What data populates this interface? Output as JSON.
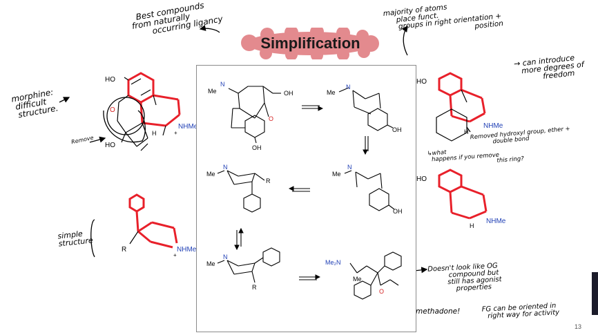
{
  "slide": {
    "title": "Simplification",
    "page_number": "13",
    "title_bubble_color": "#e38a8e",
    "highlight_color": "#e8202a",
    "heteroatom_blue": "#1f3fb5",
    "heteroatom_red": "#d42020"
  },
  "notes": {
    "best_compounds": [
      "Best compounds",
      "from naturally",
      "occurring ligancy"
    ],
    "majority_atoms": [
      "majority of atoms",
      "place funct.",
      "groups in right orientation +",
      "position"
    ],
    "degrees_freedom": [
      "→ can introduce",
      "more degrees of",
      "freedom"
    ],
    "morphine": [
      "morphine:",
      "difficult",
      "structure."
    ],
    "remove": "Remove",
    "removed_hydroxyl": [
      "Removed hydroxyl group, ether +",
      "double bond"
    ],
    "what_happens": [
      "↳what",
      "happens if you remove",
      "this ring?"
    ],
    "simple_structure": [
      "simple",
      "structure"
    ],
    "doesnt_look": [
      "Doesn't look like OG",
      "compound but",
      "still has agonist",
      "properties"
    ],
    "methadone": "methadone!",
    "fg_oriented": [
      "FG can be oriented in",
      "right way for activity"
    ]
  },
  "labels": {
    "ho": "HO",
    "oh": "OH",
    "o": "O",
    "n": "N",
    "me": "Me",
    "nhme": "NHMe",
    "h": "H",
    "r": "R",
    "plus": "+",
    "me2n": "Me₂N"
  }
}
